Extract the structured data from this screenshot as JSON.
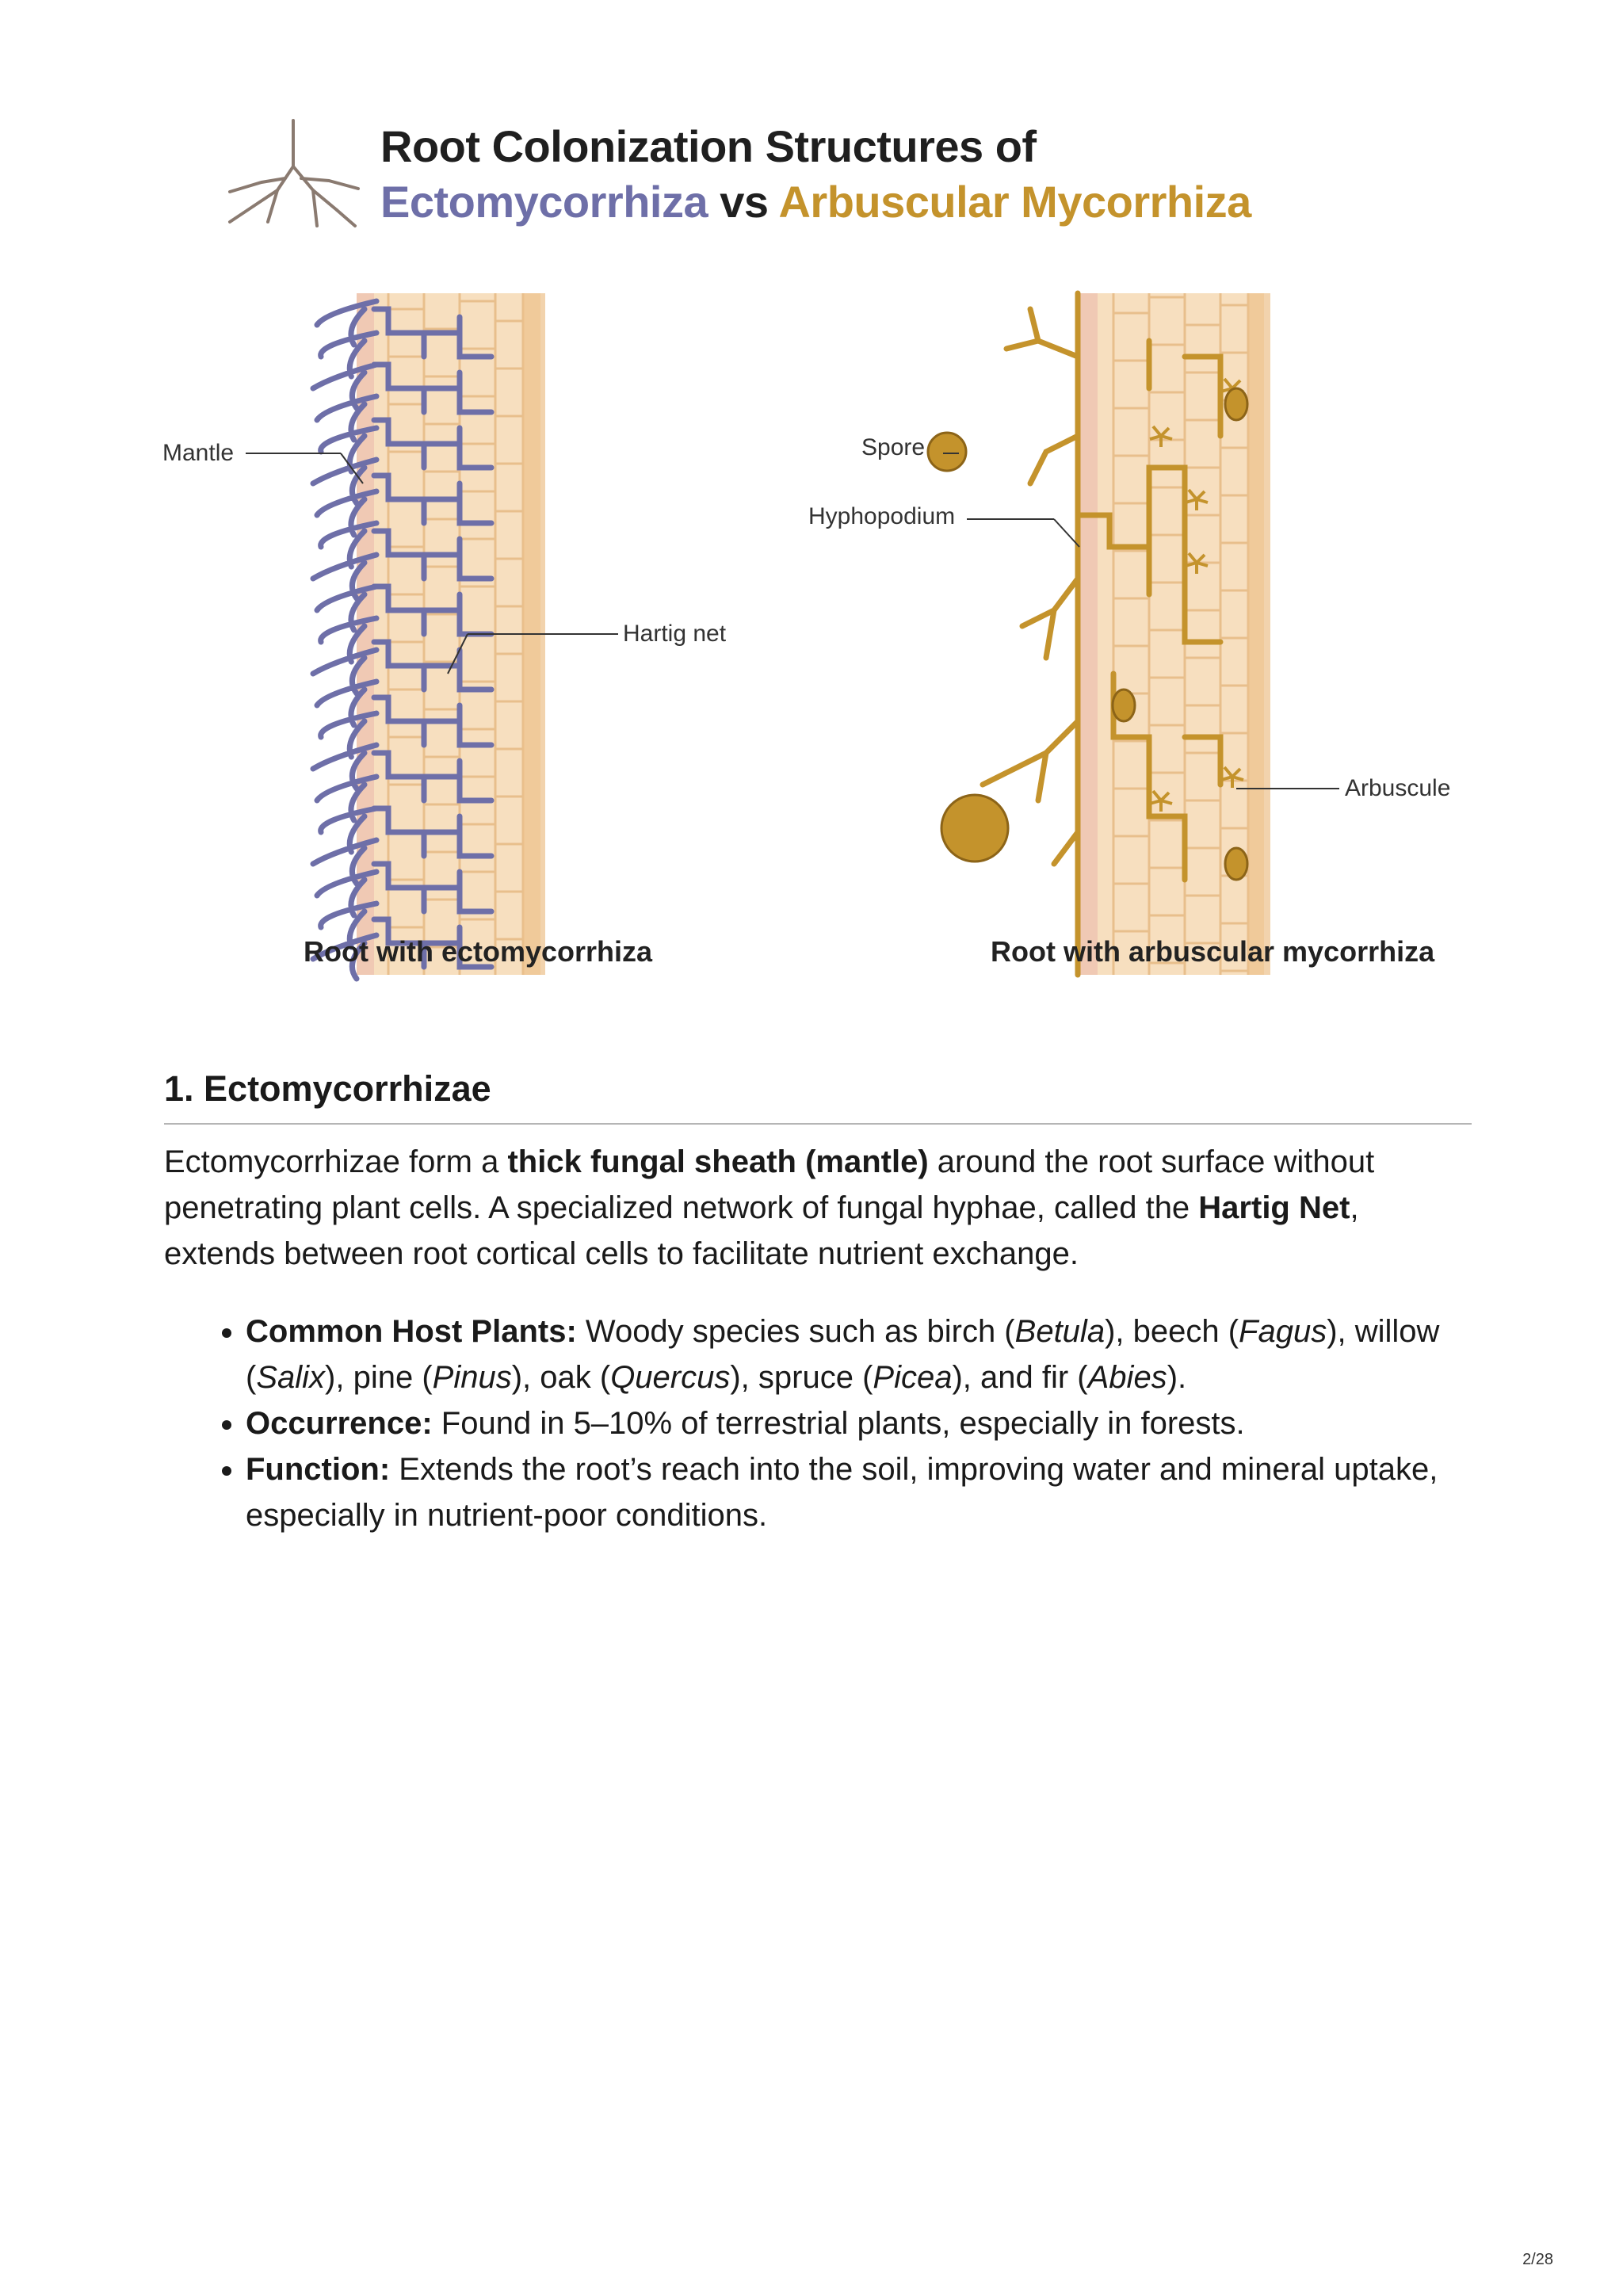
{
  "figure": {
    "title_line1": "Root Colonization Structures of",
    "title_part_ecto": "Ectomycorrhiza",
    "title_vs": " vs ",
    "title_part_am": "Arbuscular Mycorrhiza",
    "labels": {
      "mantle": "Mantle",
      "hartig_net": "Hartig net",
      "spore": "Spore",
      "hyphopodium": "Hyphopodium",
      "arbuscule": "Arbuscule"
    },
    "caption_left": "Root with ectomycorrhiza",
    "caption_right": "Root with arbuscular mycorrhiza",
    "colors": {
      "ecto": "#6e6fa8",
      "am": "#c4932c",
      "cell": "#f7dfbf",
      "cell_border": "#e8bf8c",
      "epidermis": "#f0c9b4"
    },
    "icons": [
      "root-icon"
    ]
  },
  "section": {
    "heading": "1. Ectomycorrhizae",
    "para": {
      "t1": "Ectomycorrhizae form a ",
      "b1": "thick fungal sheath (mantle)",
      "t2": " around the root surface without penetrating plant cells. A specialized network of fungal hyphae, called the ",
      "b2": "Hartig Net",
      "t3": ", extends between root cortical cells to facilitate nutrient exchange."
    },
    "bullets": [
      {
        "label": "Common Host Plants:",
        "parts": [
          " Woody species such as birch (",
          "Betula",
          "), beech (",
          "Fagus",
          "), willow (",
          "Salix",
          "), pine (",
          "Pinus",
          "), oak (",
          "Quercus",
          "), spruce (",
          "Picea",
          "), and fir (",
          "Abies",
          ")."
        ]
      },
      {
        "label": "Occurrence:",
        "text": " Found in 5–10% of terrestrial plants, especially in forests."
      },
      {
        "label": "Function:",
        "text": " Extends the root’s reach into the soil, improving water and mineral uptake, especially in nutrient-poor conditions."
      }
    ]
  },
  "page_number": "2/28"
}
